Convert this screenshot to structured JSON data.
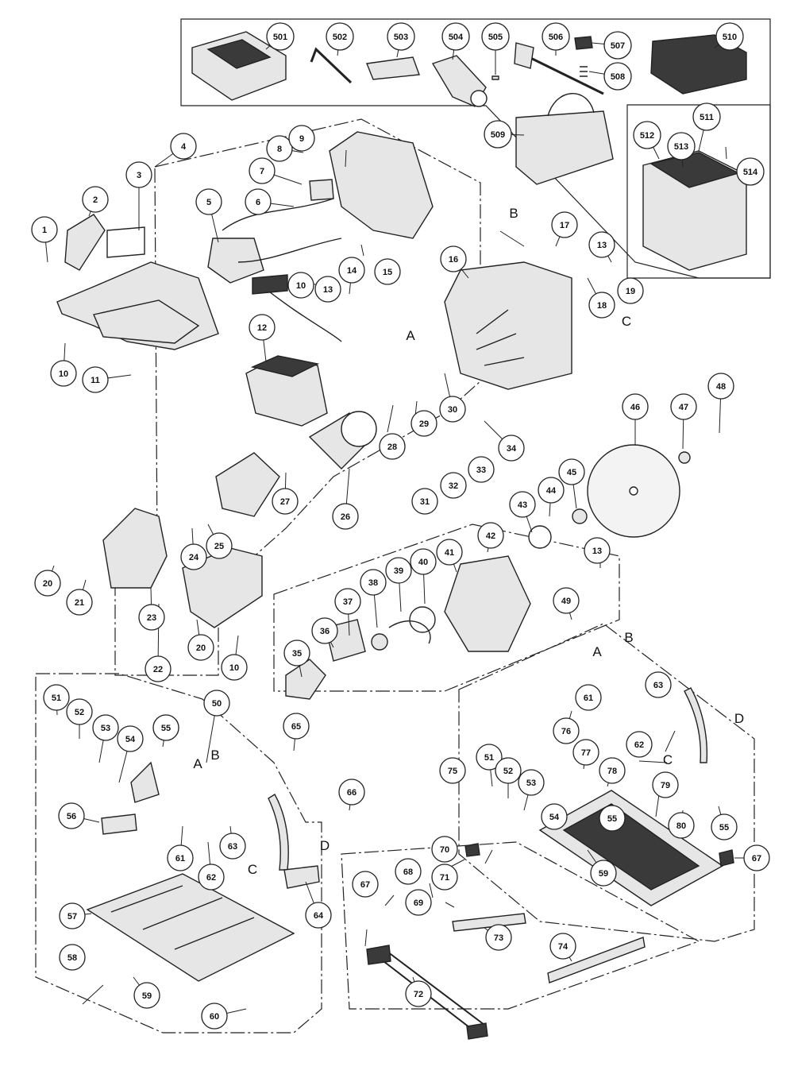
{
  "part_labels": [
    "1",
    "2",
    "3",
    "4",
    "5",
    "6",
    "7",
    "8",
    "9",
    "10",
    "11",
    "12",
    "13",
    "14",
    "15",
    "16",
    "17",
    "18",
    "19",
    "20",
    "21",
    "22",
    "23",
    "24",
    "25",
    "26",
    "27",
    "28",
    "29",
    "30",
    "31",
    "32",
    "33",
    "34",
    "35",
    "36",
    "37",
    "38",
    "39",
    "40",
    "41",
    "42",
    "43",
    "44",
    "45",
    "46",
    "47",
    "48",
    "49",
    "50",
    "51",
    "52",
    "53",
    "54",
    "55",
    "56",
    "57",
    "58",
    "59",
    "60",
    "61",
    "62",
    "63",
    "64",
    "65",
    "66",
    "67",
    "68",
    "69",
    "70",
    "71",
    "72",
    "73",
    "74",
    "75",
    "76",
    "77",
    "78",
    "79",
    "80",
    "501",
    "502",
    "503",
    "504",
    "505",
    "506",
    "507",
    "508",
    "509",
    "510",
    "511",
    "512",
    "513",
    "514"
  ],
  "section_letters": [
    "A",
    "B",
    "C",
    "D"
  ],
  "colors": {
    "line": "#222222",
    "background": "#ffffff",
    "part_fill": "#e6e6e6",
    "dark_fill": "#3a3a3a"
  }
}
